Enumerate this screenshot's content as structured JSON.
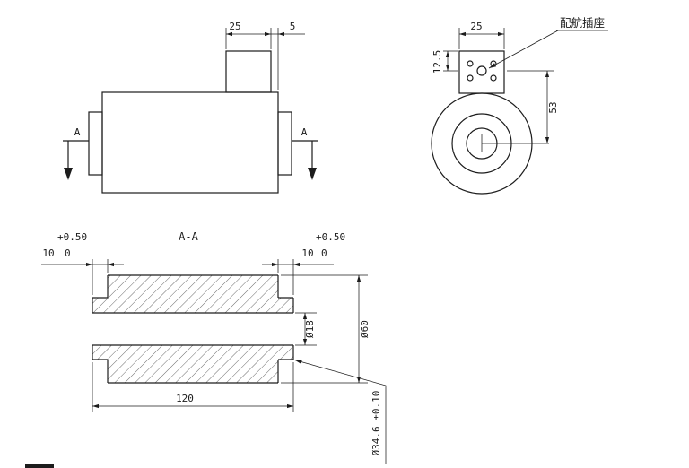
{
  "colors": {
    "ink": "#1c1c1c",
    "paper": "#ffffff"
  },
  "views": {
    "side": {
      "dim_connector_width": "25",
      "dim_connector_offset": "5",
      "section_label_left": "A",
      "section_label_right": "A"
    },
    "end": {
      "dim_connector_width": "25",
      "connector_label": "配航插座",
      "dim_hole_offset": "12.5",
      "dim_center_distance": "53"
    },
    "section": {
      "title": "A-A",
      "left_depth": {
        "value": "10",
        "tol_upper": "+0.50",
        "tol_lower": "0"
      },
      "right_depth": {
        "value": "10",
        "tol_upper": "+0.50",
        "tol_lower": "0"
      },
      "dim_length": "120",
      "dim_bore": "Ø18",
      "dim_outer": "Ø60",
      "dim_boss": "Ø34.6 ±0.10"
    }
  }
}
